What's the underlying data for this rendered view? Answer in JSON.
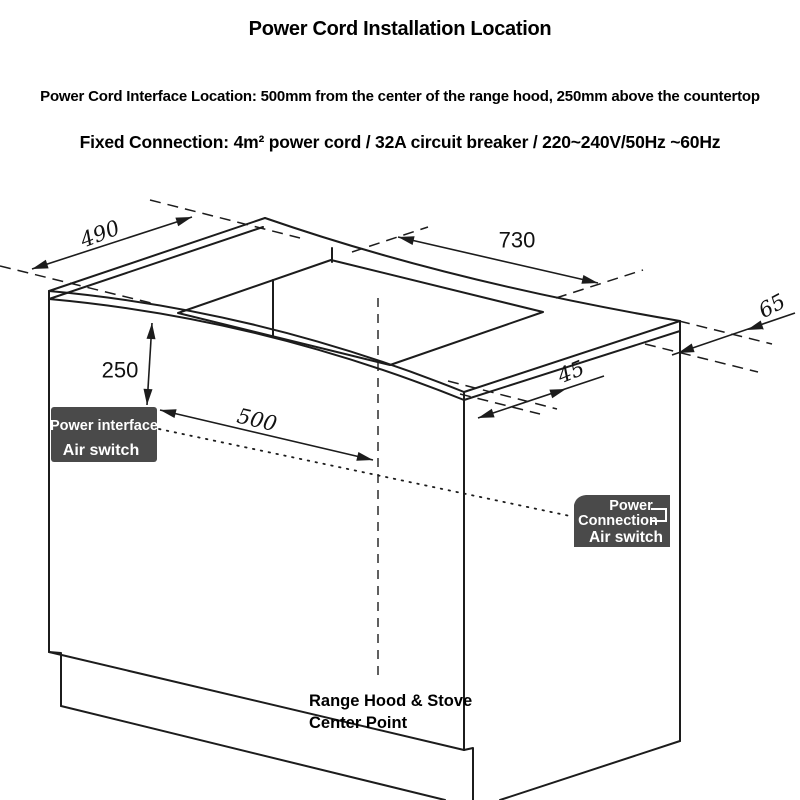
{
  "header": {
    "title": "Power Cord Installation Location",
    "subtitle": "Power Cord Interface Location: 500mm from the center of the range hood, 250mm above the countertop",
    "spec_line": "Fixed Connection: 4m² power cord / 32A circuit breaker / 220~240V/50Hz ~60Hz"
  },
  "diagram": {
    "dims": {
      "counter_depth_mm": "490",
      "cutout_width_mm": "730",
      "interface_height_mm": "250",
      "interface_offset_mm": "500",
      "front_margin_mm": "45",
      "back_margin_mm": "65"
    },
    "left_label": {
      "line1": "Power interface",
      "line2": "Air switch"
    },
    "right_label": {
      "line1": "Power",
      "line2": "Connection",
      "line3": "Air switch"
    },
    "center_label": {
      "line1": "Range Hood & Stove",
      "line2": "Center Point"
    },
    "colors": {
      "line": "#1c1c1c",
      "label_box": "#4a4a4a",
      "label_text": "#ffffff",
      "background": "#ffffff"
    }
  }
}
